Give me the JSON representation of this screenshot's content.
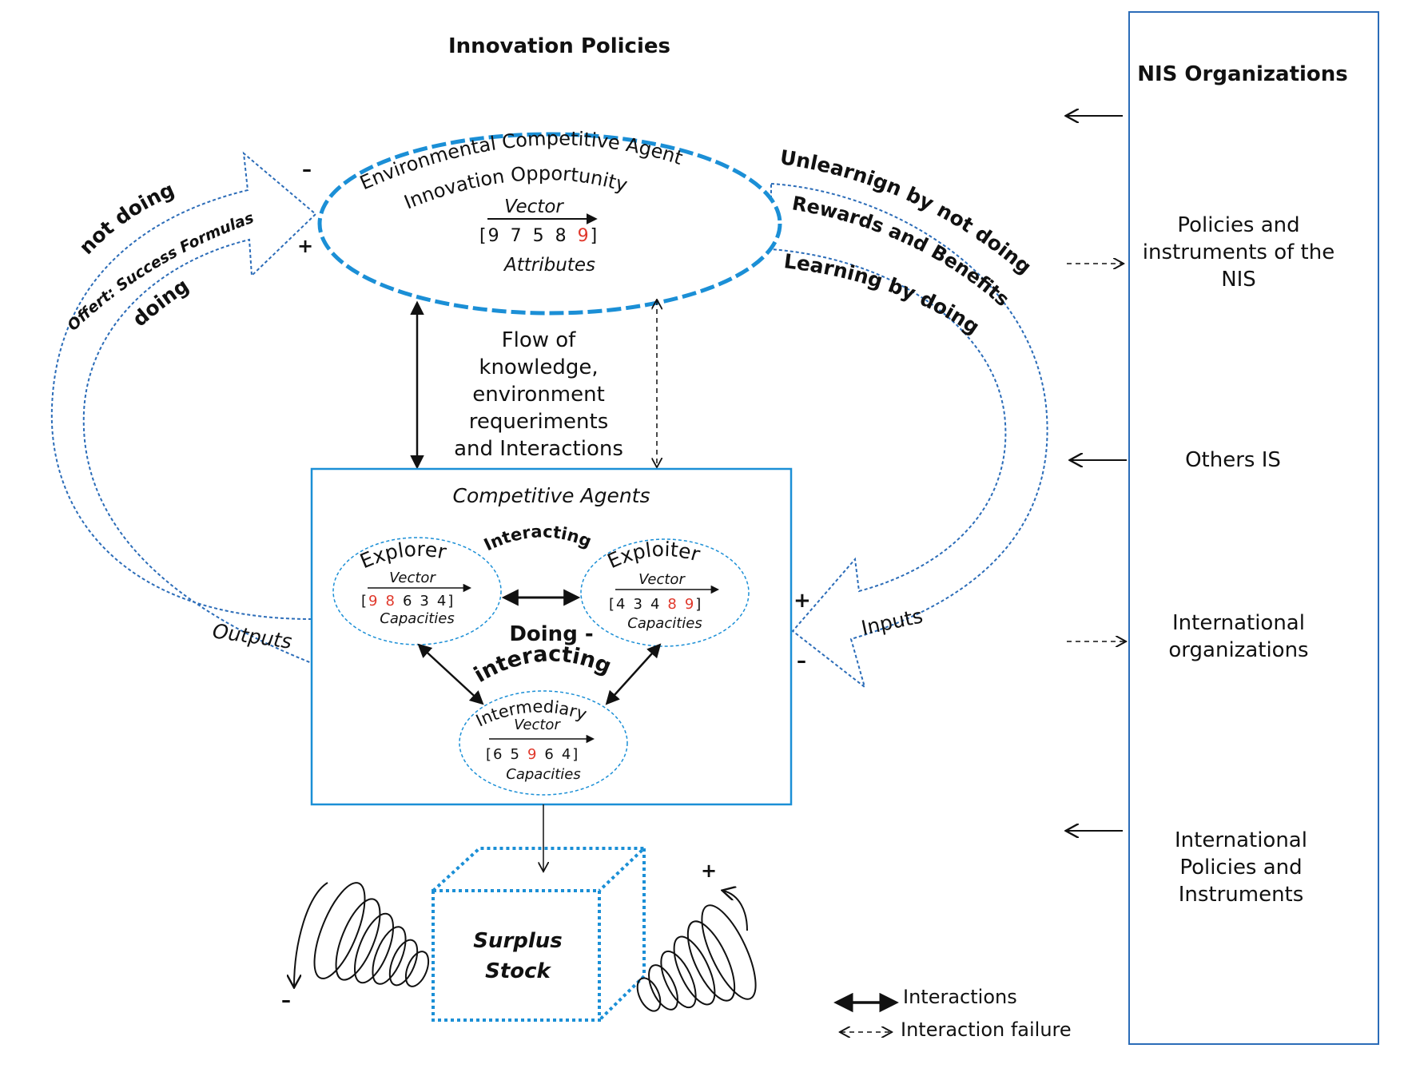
{
  "title": "Innovation Policies",
  "env_agent": {
    "title": "Environmental Competitive Agent",
    "subtitle": "Innovation Opportunity",
    "vector_label": "Vector",
    "vector": [
      {
        "v": "9",
        "hl": false
      },
      {
        "v": "7",
        "hl": false
      },
      {
        "v": "5",
        "hl": false
      },
      {
        "v": "8",
        "hl": false
      },
      {
        "v": "9",
        "hl": true
      }
    ],
    "attributes_label": "Attributes"
  },
  "left_loop": {
    "not_doing": "not doing",
    "offert": "Offert: Success Formulas",
    "doing": "doing",
    "minus": "–",
    "plus": "+",
    "outputs": "Outputs"
  },
  "right_loop": {
    "unlearning": "Unlearnign by not doing",
    "rewards": "Rewards and Benefits",
    "learning": "Learning by  doing",
    "inputs": "Inputs",
    "plus": "+",
    "minus": "–"
  },
  "flow_text": [
    "Flow of",
    "knowledge,",
    "environment",
    "requeriments",
    "and Interactions"
  ],
  "competitive": {
    "title": "Competitive Agents",
    "interacting": "Interacting",
    "doing_interacting": [
      "Doing -",
      "interacting"
    ],
    "explorer": {
      "name": "Explorer",
      "vector_label": "Vector",
      "capacities": "Capacities",
      "vector": [
        {
          "v": "9",
          "hl": true
        },
        {
          "v": "8",
          "hl": true
        },
        {
          "v": "6",
          "hl": false
        },
        {
          "v": "3",
          "hl": false
        },
        {
          "v": "4",
          "hl": false
        }
      ]
    },
    "exploiter": {
      "name": "Exploiter",
      "vector_label": "Vector",
      "capacities": "Capacities",
      "vector": [
        {
          "v": "4",
          "hl": false
        },
        {
          "v": "3",
          "hl": false
        },
        {
          "v": "4",
          "hl": false
        },
        {
          "v": "8",
          "hl": true
        },
        {
          "v": "9",
          "hl": true
        }
      ]
    },
    "intermediary": {
      "name": "Intermediary",
      "vector_label": "Vector",
      "capacities": "Capacities",
      "vector": [
        {
          "v": "6",
          "hl": false
        },
        {
          "v": "5",
          "hl": false
        },
        {
          "v": "9",
          "hl": true
        },
        {
          "v": "6",
          "hl": false
        },
        {
          "v": "4",
          "hl": false
        }
      ]
    }
  },
  "surplus": {
    "line1": "Surplus",
    "line2": "Stock",
    "plus": "+",
    "minus": "–"
  },
  "nis": {
    "title": "NIS Organizations",
    "items": [
      [
        "Policies and",
        "instruments of the",
        "NIS"
      ],
      [
        "Others IS"
      ],
      [
        "International",
        "organizations"
      ],
      [
        "International",
        "Policies and",
        "Instruments"
      ]
    ]
  },
  "legend": {
    "interactions": "Interactions",
    "failure": "Interaction failure"
  },
  "colors": {
    "blue": "#1b8fd6",
    "dark_blue": "#2b6cb8",
    "red": "#e0382b"
  }
}
